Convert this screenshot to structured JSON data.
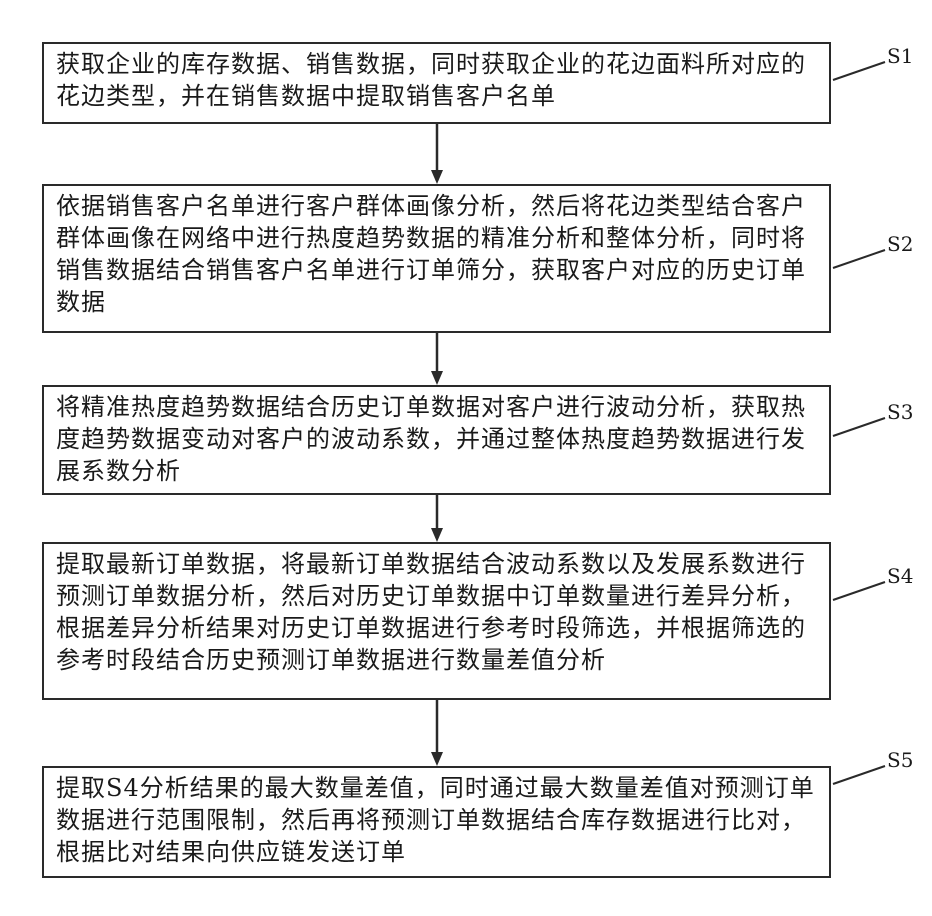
{
  "steps": [
    {
      "label": "S1",
      "text": "获取企业的库存数据、销售数据，同时获取企业的花边面料所对应的花边类型，并在销售数据中提取销售客户名单"
    },
    {
      "label": "S2",
      "text": "依据销售客户名单进行客户群体画像分析，然后将花边类型结合客户群体画像在网络中进行热度趋势数据的精准分析和整体分析，同时将销售数据结合销售客户名单进行订单筛分，获取客户对应的历史订单数据"
    },
    {
      "label": "S3",
      "text": "将精准热度趋势数据结合历史订单数据对客户进行波动分析，获取热度趋势数据变动对客户的波动系数，并通过整体热度趋势数据进行发展系数分析"
    },
    {
      "label": "S4",
      "text": "提取最新订单数据，将最新订单数据结合波动系数以及发展系数进行预测订单数据分析，然后对历史订单数据中订单数量进行差异分析，根据差异分析结果对历史订单数据进行参考时段筛选，并根据筛选的参考时段结合历史预测订单数据进行数量差值分析"
    },
    {
      "label": "S5",
      "text": "提取S4分析结果的最大数量差值，同时通过最大数量差值对预测订单数据进行范围限制，然后再将预测订单数据结合库存数据进行比对，根据比对结果向供应链发送订单"
    }
  ]
}
